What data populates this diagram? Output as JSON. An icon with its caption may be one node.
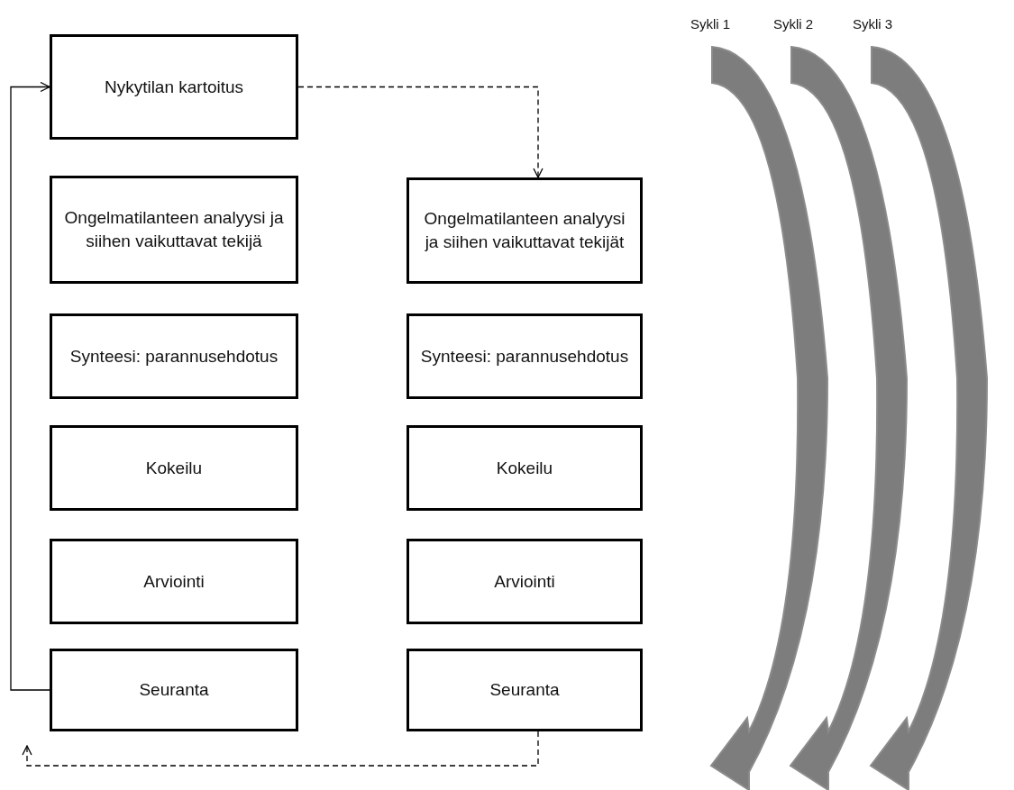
{
  "diagram": {
    "nodes": [
      {
        "text": [
          "Nykytilan kartoitus"
        ]
      },
      {
        "text": [
          "Ongelmatilanteen analyysi ja siihen vaikuttavat tekijä"
        ]
      },
      {
        "text": [
          "Synteesi: parannusehdotus"
        ]
      },
      {
        "text": [
          "Kokeilu"
        ]
      },
      {
        "text": [
          "Arviointi"
        ]
      },
      {
        "text": [
          "Seuranta"
        ]
      },
      {
        "text": [
          "Ongelmatilanteen analyysi ja siihen vaikuttavat tekijät"
        ]
      },
      {
        "text": [
          "Synteesi: parannusehdotus"
        ]
      },
      {
        "text": [
          "Kokeilu"
        ]
      },
      {
        "text": [
          "Arviointi"
        ]
      },
      {
        "text": [
          "Seuranta"
        ]
      }
    ],
    "edges": [
      {
        "from": 5,
        "to": 0,
        "arrow": "to"
      },
      {
        "from": 0,
        "to": 6,
        "arrow": "to",
        "style": "dashed"
      },
      {
        "from": 10,
        "to": null,
        "arrow": "to",
        "style": "dashed"
      }
    ],
    "labels": [
      "Sykli 1",
      "Sykli 2",
      "Sykli 3"
    ]
  }
}
